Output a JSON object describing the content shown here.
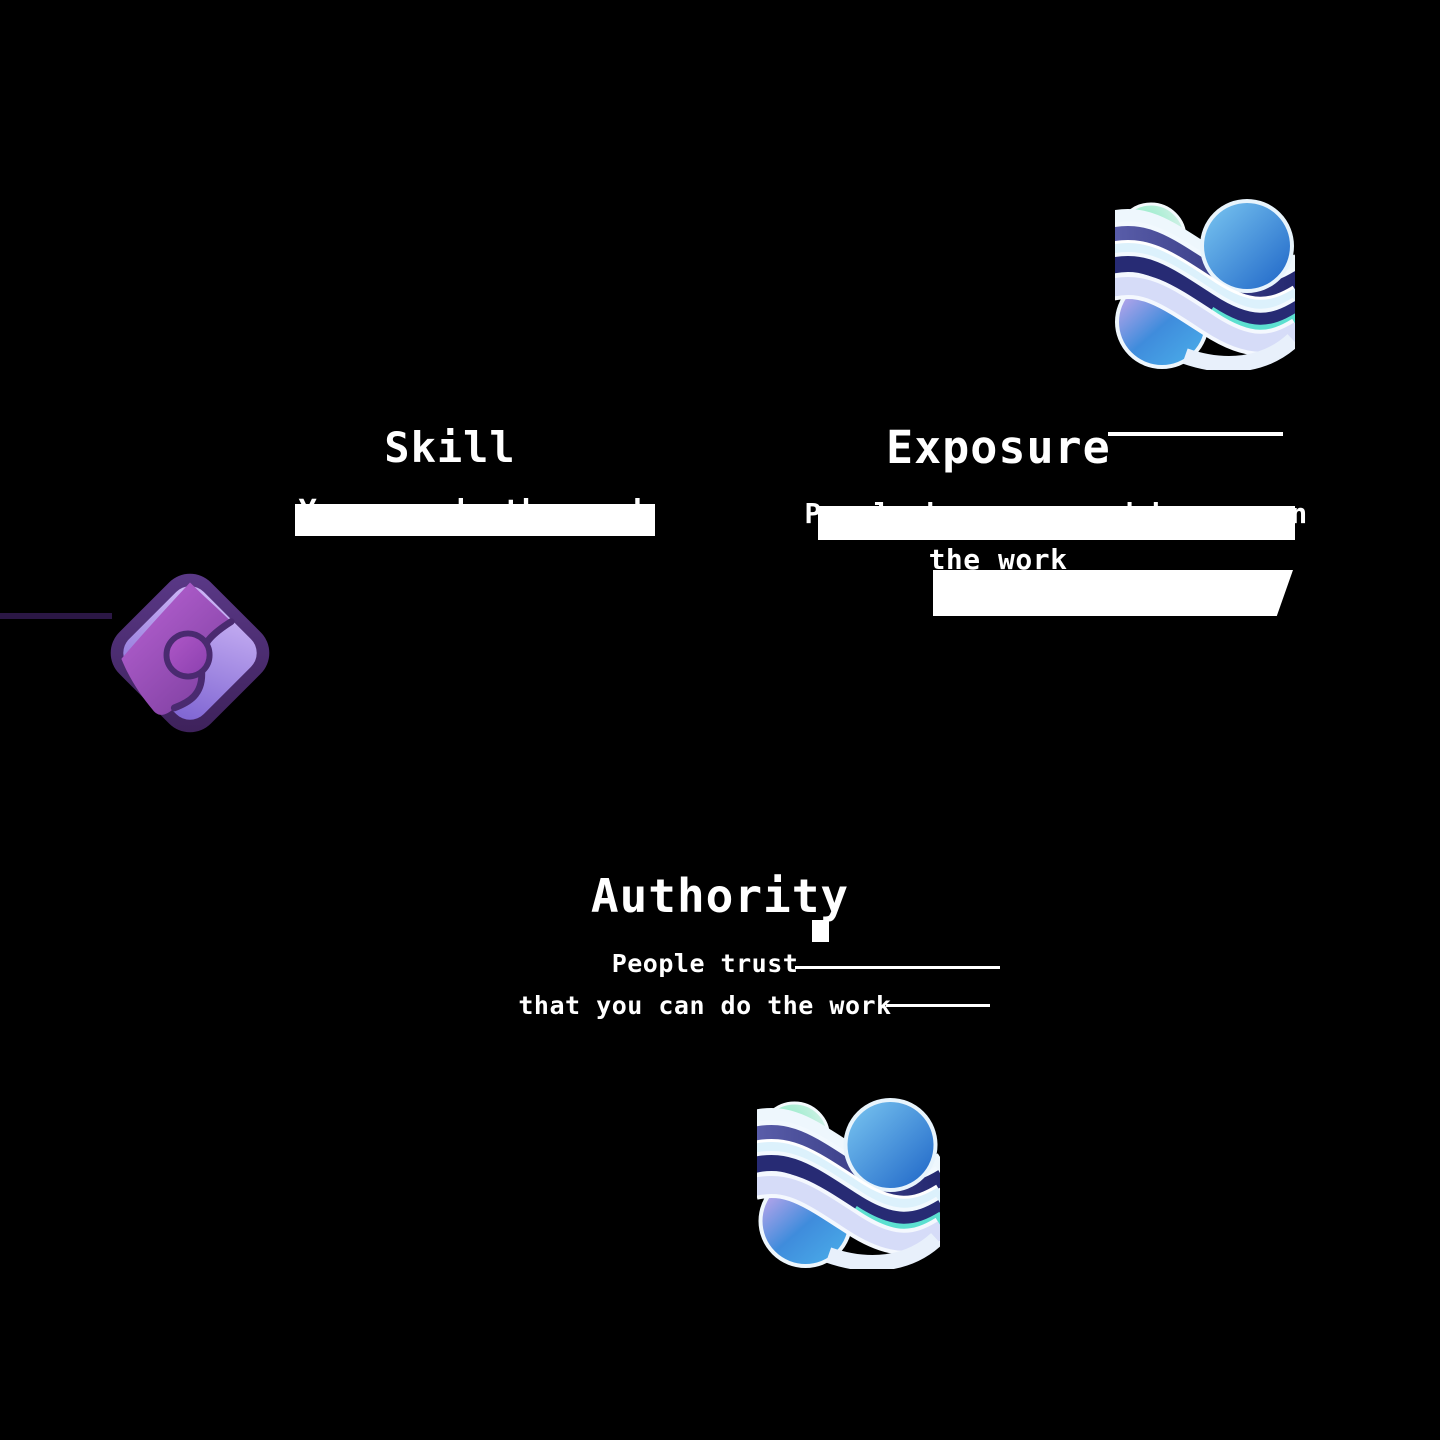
{
  "canvas": {
    "background": "#000000",
    "text_color": "#ffffff"
  },
  "diagram": {
    "skill": {
      "title": "Skill",
      "subtitle": "You can do the work"
    },
    "exposure": {
      "title": "Exposure",
      "subtitle_line1": "People know you and have seen",
      "subtitle_line2": "the work"
    },
    "authority": {
      "title": "Authority",
      "subtitle_line1": "People trust",
      "subtitle_line2": "that you can do the work"
    }
  },
  "icons": {
    "wave_logo": {
      "name": "blue-wave-logo",
      "colors": {
        "blue_light": "#7cc8f2",
        "blue_deep": "#1c63c6",
        "indigo": "#34378c",
        "indigo_dark": "#272b74",
        "mint": "#86ecc2",
        "cyan": "#5ce0d0",
        "lavender": "#b4a4ea",
        "pale_blue": "#e4f2fc"
      }
    },
    "diamond_logo": {
      "name": "purple-diamond-logo",
      "colors": {
        "border_dark": "#3c2058",
        "border_light": "#5c3a8a",
        "magenta": "#bb64d6",
        "magenta_deep": "#7e3fa0",
        "lavender_light": "#c9b2f4",
        "lavender_deep": "#8268d4",
        "divider": "#4a2a70"
      }
    }
  },
  "accents": {
    "connector_purple": "#2b1745",
    "rule_white": "#ffffff"
  }
}
